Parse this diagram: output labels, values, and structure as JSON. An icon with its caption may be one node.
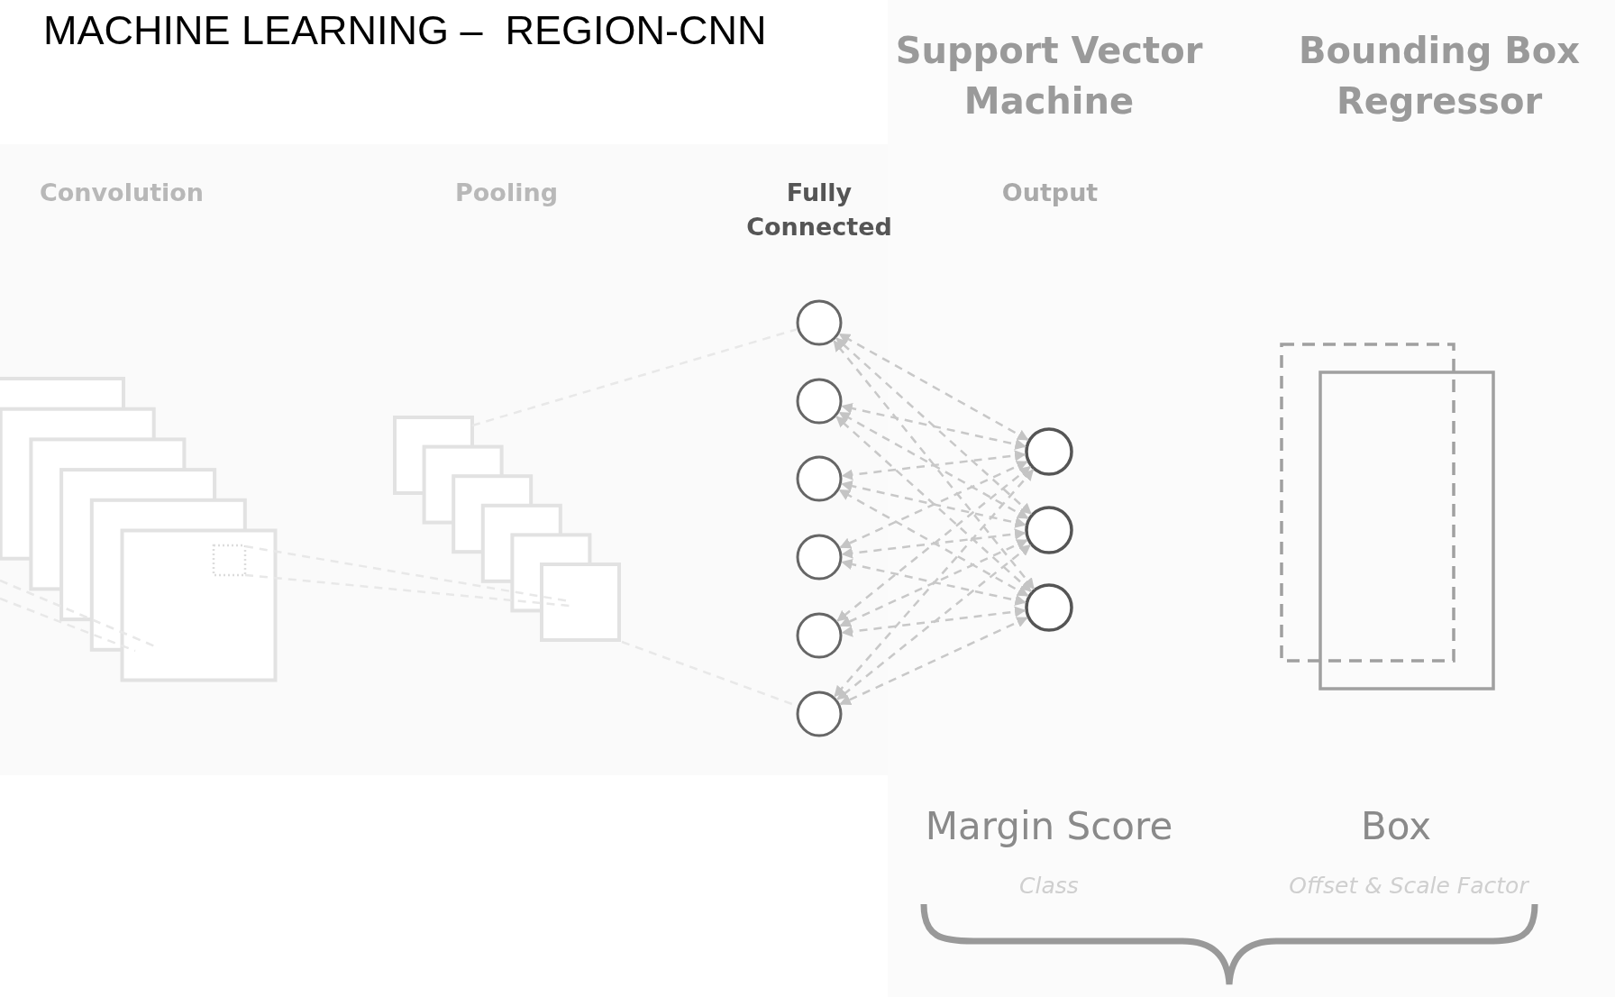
{
  "diagram": {
    "title": "MACHINE LEARNING –  REGION-CNN",
    "nodes": [
      {
        "text": [],
        "shape": "picture"
      },
      {
        "text": [],
        "shape": "picture"
      },
      {
        "text": [],
        "shape": "circle"
      },
      {
        "text": [],
        "shape": "circle"
      },
      {
        "text": [],
        "shape": "circle"
      },
      {
        "text": [],
        "shape": "circle"
      },
      {
        "text": [],
        "shape": "circle"
      },
      {
        "text": [],
        "shape": "circle"
      },
      {
        "text": [],
        "shape": "circle"
      },
      {
        "text": [],
        "shape": "circle"
      },
      {
        "text": [],
        "shape": "circle"
      },
      {
        "text": [],
        "shape": "box"
      }
    ],
    "edges": [
      {
        "from": null,
        "to": 0,
        "arrow": "none",
        "style": "dashed",
        "color": "#e8e8e8"
      },
      {
        "from": null,
        "to": 0,
        "arrow": "none",
        "style": "dashed",
        "color": "#e8e8e8"
      },
      {
        "from": 0,
        "to": 1,
        "arrow": "none",
        "style": "dashed",
        "color": "#e8e8e8"
      },
      {
        "from": 0,
        "to": 1,
        "arrow": "none",
        "style": "dashed",
        "color": "#e8e8e8"
      },
      {
        "from": 1,
        "to": 2,
        "arrow": "none",
        "style": "dashed",
        "color": "#e8e8e8"
      },
      {
        "from": 1,
        "to": 7,
        "arrow": "none",
        "style": "dashed",
        "color": "#e8e8e8"
      },
      {
        "from": 8,
        "to": 2,
        "arrow": "both",
        "style": "dashed"
      },
      {
        "from": 8,
        "to": 3,
        "arrow": "both",
        "style": "dashed"
      },
      {
        "from": 8,
        "to": 4,
        "arrow": "both",
        "style": "dashed"
      },
      {
        "from": 8,
        "to": 5,
        "arrow": "both",
        "style": "dashed"
      },
      {
        "from": 8,
        "to": 6,
        "arrow": "both",
        "style": "dashed"
      },
      {
        "from": 8,
        "to": 7,
        "arrow": "both",
        "style": "dashed"
      },
      {
        "from": 9,
        "to": 2,
        "arrow": "both",
        "style": "dashed"
      },
      {
        "from": 9,
        "to": 3,
        "arrow": "both",
        "style": "dashed"
      },
      {
        "from": 9,
        "to": 4,
        "arrow": "both",
        "style": "dashed"
      },
      {
        "from": 9,
        "to": 5,
        "arrow": "both",
        "style": "dashed"
      },
      {
        "from": 9,
        "to": 6,
        "arrow": "both",
        "style": "dashed"
      },
      {
        "from": 9,
        "to": 7,
        "arrow": "both",
        "style": "dashed"
      },
      {
        "from": 10,
        "to": 2,
        "arrow": "both",
        "style": "dashed"
      },
      {
        "from": 10,
        "to": 3,
        "arrow": "both",
        "style": "dashed"
      },
      {
        "from": 10,
        "to": 4,
        "arrow": "both",
        "style": "dashed"
      },
      {
        "from": 10,
        "to": 5,
        "arrow": "both",
        "style": "dashed"
      },
      {
        "from": 10,
        "to": 6,
        "arrow": "both",
        "style": "dashed"
      },
      {
        "from": 10,
        "to": 7,
        "arrow": "both",
        "style": "dashed"
      }
    ],
    "labels": [
      "Support Vector Machine",
      "Bounding Box Regressor",
      "Convolution",
      "Pooling",
      "Fully Connected",
      "Output",
      "Margin Score",
      "Box",
      "Class",
      "Offset & Scale Factor"
    ]
  }
}
